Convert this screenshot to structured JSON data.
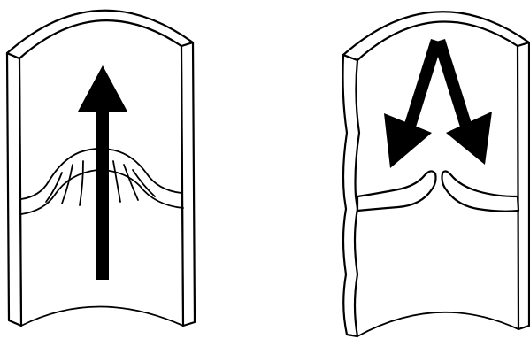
{
  "colors": {
    "stroke": "#000000",
    "fill": "#ffffff",
    "arrow": "#000000"
  },
  "panels": [
    {
      "id": "left",
      "state": "intact",
      "arrow_count": 1,
      "arrow_direction": "up"
    },
    {
      "id": "right",
      "state": "ruptured",
      "arrow_count": 2,
      "arrow_direction": "down-outward"
    }
  ]
}
